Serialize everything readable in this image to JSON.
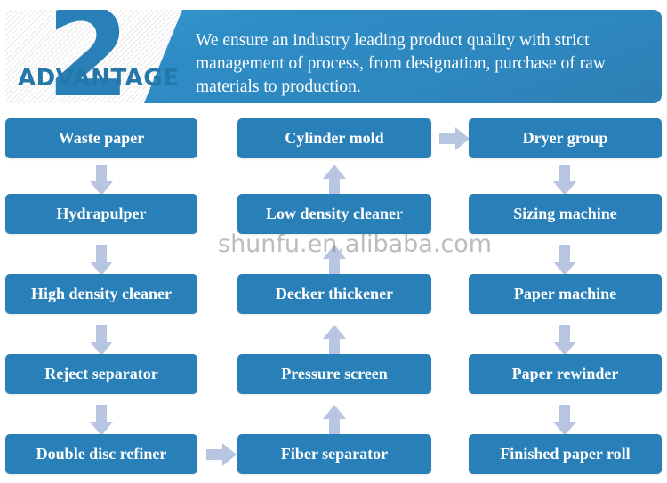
{
  "header": {
    "badge_number": "2",
    "badge_label": "ADVANTAGE",
    "description": "We ensure an industry leading product quality with strict management of process, from designation, purchase of raw materials to production."
  },
  "watermark": "shunfu.en.alibaba.com",
  "colors": {
    "box_blue": "#2980b9",
    "arrow_lavender": "#b7c5e0",
    "banner_blue": "#2e8cc4",
    "badge_blue": "#2477a8",
    "text_white": "#ffffff"
  },
  "flow": {
    "columns": [
      {
        "name": "column-1",
        "steps": [
          {
            "label": "Waste paper"
          },
          {
            "label": "Hydrapulper"
          },
          {
            "label": "High density cleaner"
          },
          {
            "label": "Reject separator"
          },
          {
            "label": "Double disc refiner"
          }
        ],
        "arrow_direction": "down"
      },
      {
        "name": "column-2",
        "steps": [
          {
            "label": "Cylinder mold"
          },
          {
            "label": "Low density cleaner"
          },
          {
            "label": "Decker thickener"
          },
          {
            "label": "Pressure screen"
          },
          {
            "label": "Fiber separator"
          }
        ],
        "arrow_direction": "up"
      },
      {
        "name": "column-3",
        "steps": [
          {
            "label": "Dryer group"
          },
          {
            "label": "Sizing machine"
          },
          {
            "label": "Paper machine"
          },
          {
            "label": "Paper rewinder"
          },
          {
            "label": "Finished paper roll"
          }
        ],
        "arrow_direction": "down"
      }
    ],
    "cross_arrows": [
      {
        "name": "arrow-col1-to-col2",
        "direction": "right",
        "from": "Double disc refiner",
        "to": "Fiber separator"
      },
      {
        "name": "arrow-col2-to-col3",
        "direction": "right",
        "from": "Cylinder mold",
        "to": "Dryer group"
      }
    ]
  }
}
